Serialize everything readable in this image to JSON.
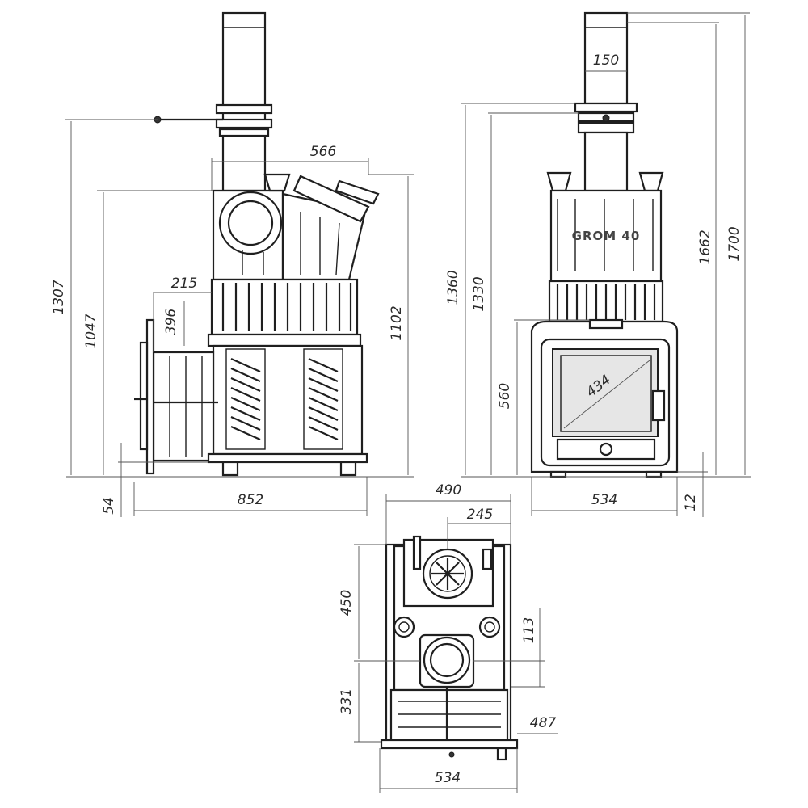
{
  "logo_text": "GROM 40",
  "views": {
    "side": {
      "dims": {
        "overall_height": "1307",
        "top_height": "1047",
        "right_height": "1102",
        "top_width": "566",
        "tunnel_width": "215",
        "tunnel_depth": "396",
        "overall_width": "852",
        "foot_height": "54"
      }
    },
    "front": {
      "dims": {
        "flue_diameter": "150",
        "height_1360": "1360",
        "height_1330": "1330",
        "height_1662": "1662",
        "height_1700": "1700",
        "door_height": "560",
        "glass_diagonal": "434",
        "width": "534",
        "foot_height": "12"
      }
    },
    "top": {
      "dims": {
        "width_490": "490",
        "offset_245": "245",
        "depth_450": "450",
        "offset_113": "113",
        "depth_331": "331",
        "depth_487": "487",
        "width_534": "534"
      }
    }
  }
}
